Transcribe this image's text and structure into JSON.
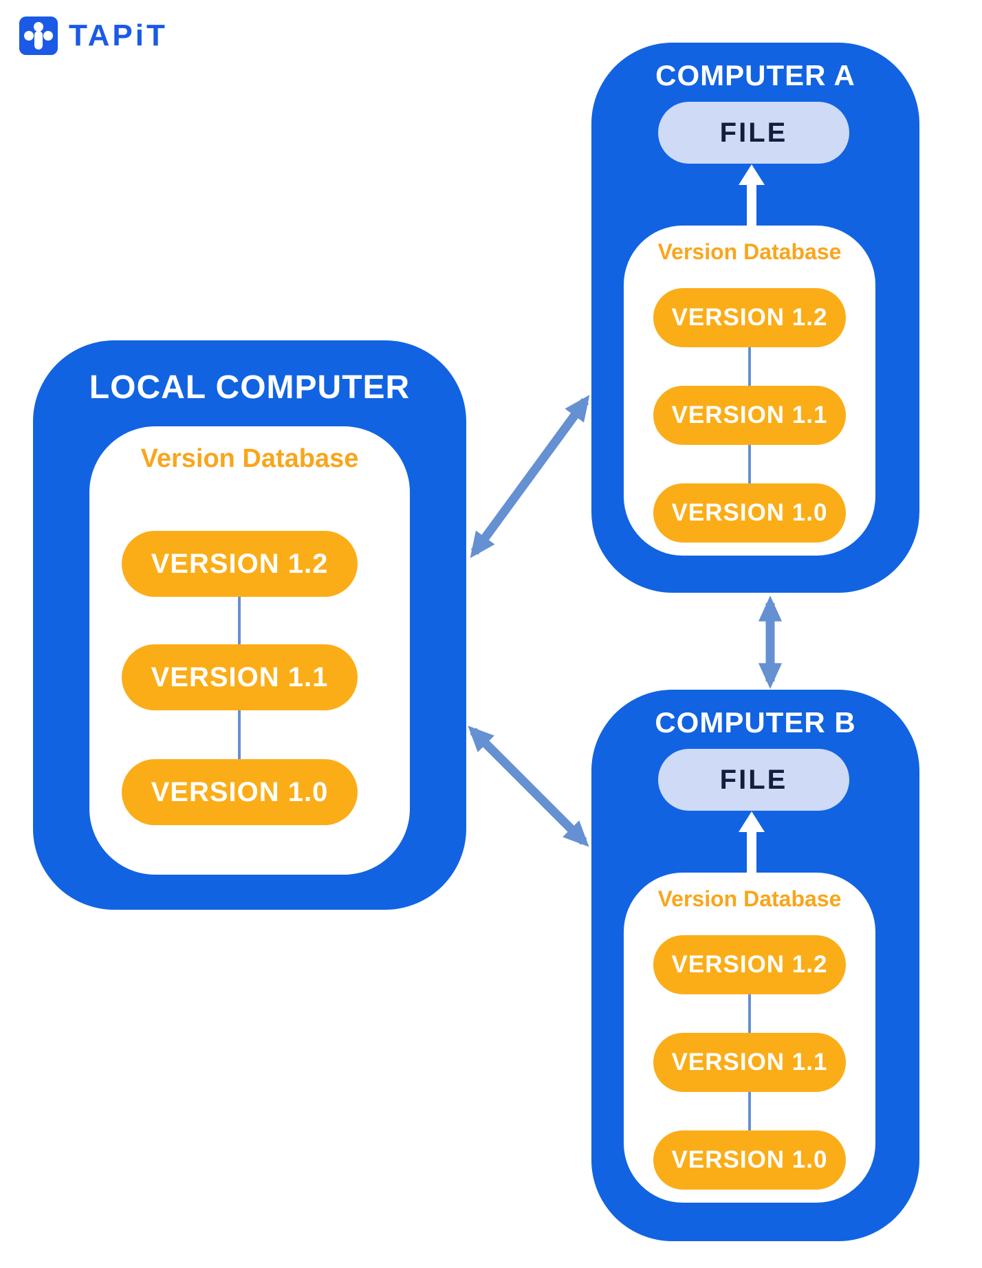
{
  "logo": {
    "text": "TAPiT"
  },
  "local_computer": {
    "title": "LOCAL COMPUTER",
    "db_label": "Version Database",
    "versions": [
      "VERSION 1.2",
      "VERSION 1.1",
      "VERSION 1.0"
    ]
  },
  "computer_a": {
    "title": "COMPUTER A",
    "file_label": "FILE",
    "db_label": "Version Database",
    "versions": [
      "VERSION 1.2",
      "VERSION 1.1",
      "VERSION 1.0"
    ]
  },
  "computer_b": {
    "title": "COMPUTER B",
    "file_label": "FILE",
    "db_label": "Version Database",
    "versions": [
      "VERSION 1.2",
      "VERSION 1.1",
      "VERSION 1.0"
    ]
  },
  "colors": {
    "box_blue": "#1163E2",
    "version_pill_amber": "#FBAD18",
    "database_label_orange": "#F9A51B",
    "file_pill_lavender": "#CFDAF7",
    "file_text_navy": "#141D3C",
    "sync_arrow_steel_blue": "#6590D2",
    "logo_blue": "#1A5AE6",
    "background": "#FFFFFF"
  }
}
